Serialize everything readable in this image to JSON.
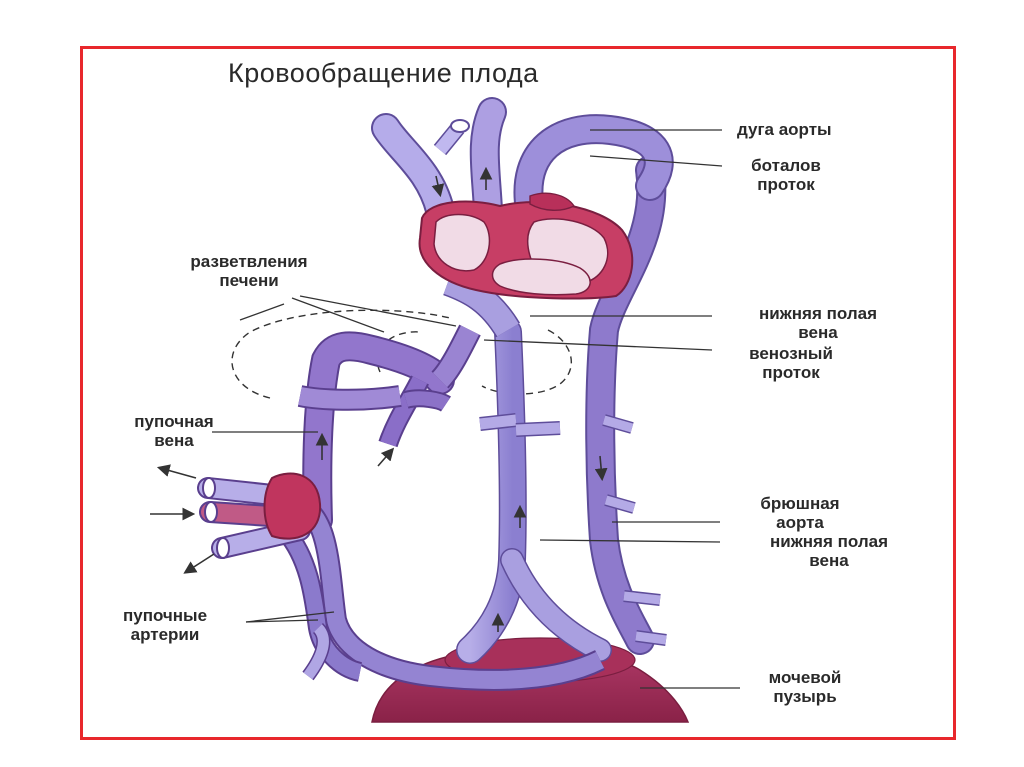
{
  "title": "Кровообращение плода",
  "labels": {
    "aortic_arch": "дуга аорты",
    "ductus_botalli": [
      "боталов",
      "проток"
    ],
    "liver_branches": [
      "разветвления",
      "печени"
    ],
    "ivc_upper": [
      "нижняя полая",
      "вена"
    ],
    "ductus_venosus": [
      "венозный",
      "проток"
    ],
    "umbilical_vein": [
      "пупочная",
      "вена"
    ],
    "abdominal_aorta": [
      "брюшная",
      "аорта"
    ],
    "ivc_lower": [
      "нижняя полая",
      "вена"
    ],
    "umbilical_arteries": [
      "пупочные",
      "артерии"
    ],
    "bladder": [
      "мочевой",
      "пузырь"
    ]
  },
  "colors": {
    "frame": "#e8282c",
    "vein": "#9a8fd6",
    "artery": "#8e6cc4",
    "heart": "#c4365e",
    "bladder": "#9b2b52"
  }
}
